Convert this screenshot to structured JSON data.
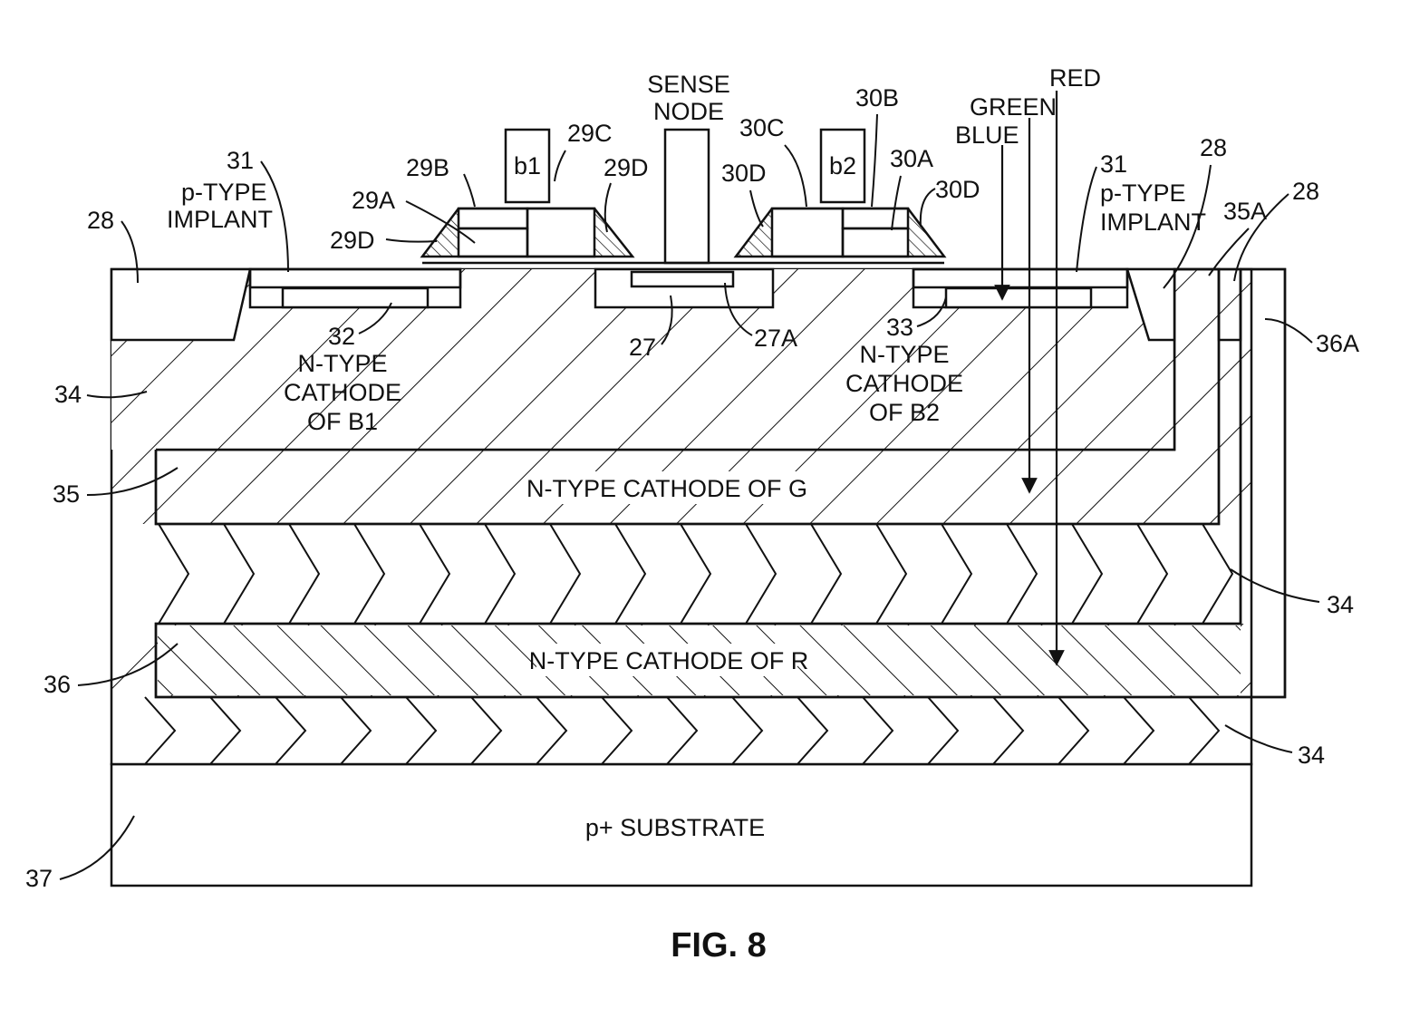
{
  "figure": {
    "caption": "FIG. 8"
  },
  "regions": {
    "cathode_g": "N-TYPE CATHODE OF G",
    "cathode_r": "N-TYPE CATHODE OF R",
    "substrate": "p+ SUBSTRATE"
  },
  "gates": {
    "b1": "b1",
    "b2": "b2"
  },
  "labels": {
    "sense_node_1": "SENSE",
    "sense_node_2": "NODE",
    "red": "RED",
    "green": "GREEN",
    "blue": "BLUE",
    "l30B": "30B",
    "l30C": "30C",
    "l29C": "29C",
    "l29B": "29B",
    "l29D_right": "29D",
    "l30D_left": "30D",
    "l30A": "30A",
    "l30D_right": "30D",
    "l29A": "29A",
    "l29D_left": "29D",
    "l31_left": "31",
    "ptype_left_1": "p-TYPE",
    "ptype_left_2": "IMPLANT",
    "l31_right": "31",
    "ptype_right_1": "p-TYPE",
    "ptype_right_2": "IMPLANT",
    "l28_left": "28",
    "l28_right_a": "28",
    "l28_right_b": "28",
    "l35A": "35A",
    "l36A": "36A",
    "l32": "32",
    "b1_cathode_1": "N-TYPE",
    "b1_cathode_2": "CATHODE",
    "b1_cathode_3": "OF B1",
    "l27": "27",
    "l27A": "27A",
    "l33": "33",
    "b2_cathode_1": "N-TYPE",
    "b2_cathode_2": "CATHODE",
    "b2_cathode_3": "OF B2",
    "l34_left": "34",
    "l35": "35",
    "l36": "36",
    "l37": "37",
    "l34_right_a": "34",
    "l34_right_b": "34"
  },
  "colors": {
    "ink": "#111111",
    "background": "#ffffff"
  }
}
